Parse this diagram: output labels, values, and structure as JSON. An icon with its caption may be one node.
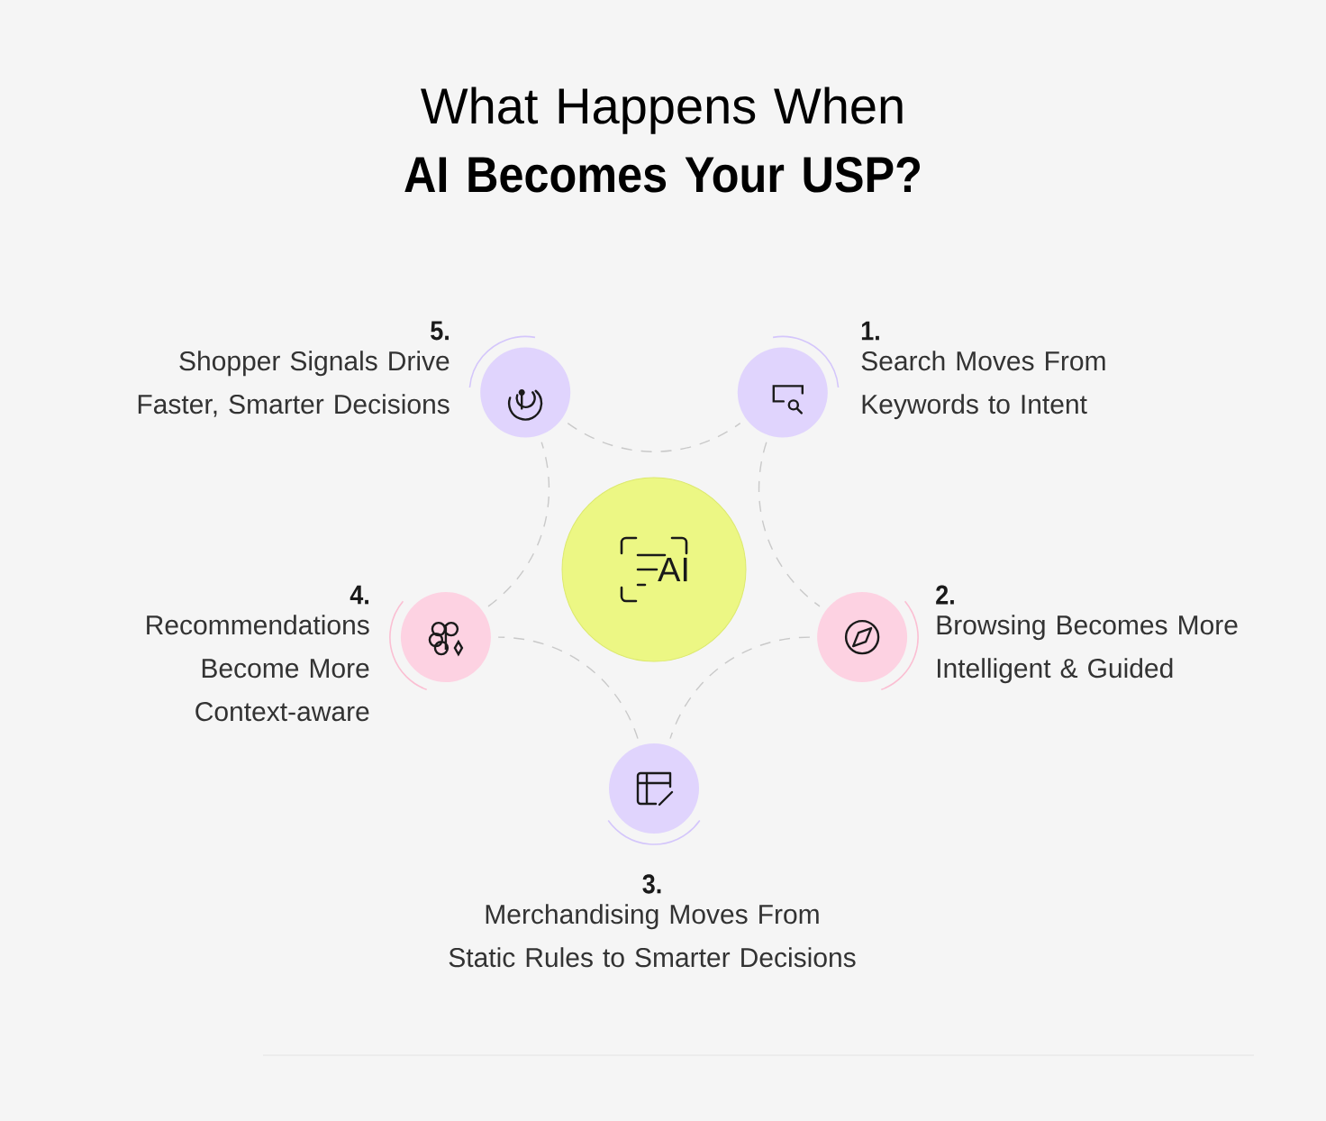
{
  "diagram": {
    "title": "What Happens When **AI Becomes Your USP?**",
    "nodes": [
      {
        "text": [
          "AI"
        ]
      },
      {
        "text": [],
        "shape": "circle",
        "beside": [
          "1.",
          "Search Moves From Keywords to Intent"
        ]
      },
      {
        "text": [],
        "shape": "circle",
        "beside": [
          "2.",
          "Browsing Becomes More Intelligent & Guided"
        ]
      },
      {
        "text": [],
        "shape": "circle",
        "beside": [
          "3.",
          "Merchandising Moves From Static Rules to Smarter Decisions"
        ]
      },
      {
        "text": [],
        "shape": "circle",
        "beside": [
          "4.",
          "Recommendations Become More Context-aware"
        ]
      },
      {
        "text": [],
        "shape": "circle",
        "beside": [
          "5.",
          "Shopper Signals Drive Faster, Smarter Decisions"
        ]
      }
    ],
    "edges": [
      {
        "from": 5,
        "to": 1,
        "arrow": "none",
        "style": "dashed"
      },
      {
        "from": 1,
        "to": 2,
        "arrow": "none",
        "style": "dashed"
      },
      {
        "from": 2,
        "to": 3,
        "arrow": "none",
        "style": "dashed"
      },
      {
        "from": 3,
        "to": 4,
        "arrow": "none",
        "style": "dashed"
      },
      {
        "from": 4,
        "to": 5,
        "arrow": "none",
        "style": "dashed"
      }
    ]
  }
}
